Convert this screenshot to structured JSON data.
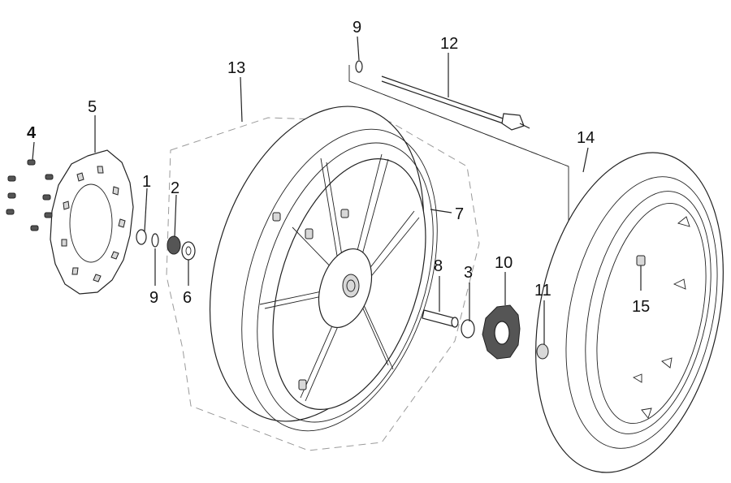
{
  "labels": {
    "l1": "1",
    "l2": "2",
    "l3": "3",
    "l4": "4",
    "l5": "5",
    "l6": "6",
    "l7": "7",
    "l8": "8",
    "l9a": "9",
    "l9b": "9",
    "l10": "10",
    "l11": "11",
    "l12": "12",
    "l13": "13",
    "l14": "14",
    "l15": "15"
  },
  "colors": {
    "line": "#222222",
    "dashed": "#9a9a9a",
    "background": "#ffffff"
  }
}
